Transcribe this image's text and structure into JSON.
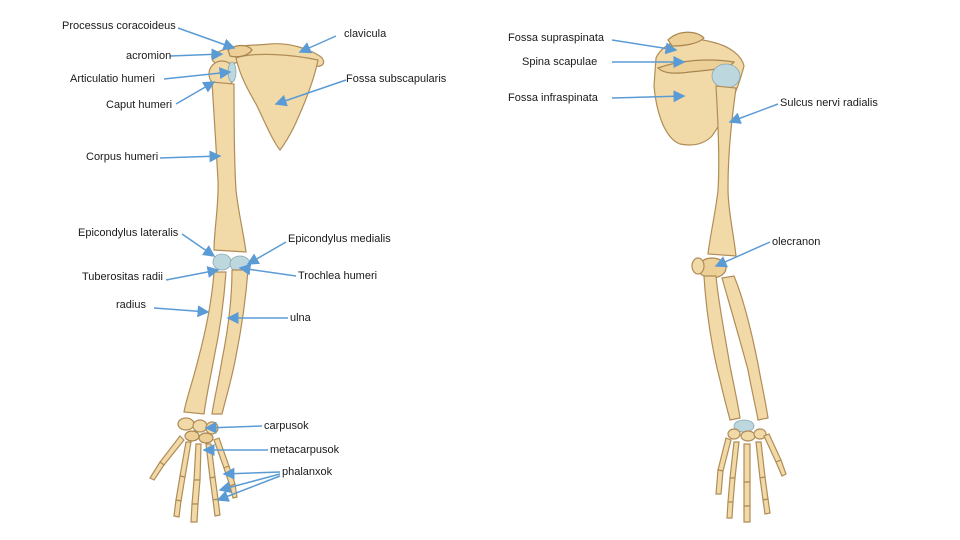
{
  "colors": {
    "bone": "#f2d9a8",
    "bone_outline": "#b08d57",
    "cartilage": "#bcd7de",
    "arrow": "#5b9bd5"
  },
  "front_labels": {
    "processus_coracoideus": "Processus coracoideus",
    "clavicula": "clavicula",
    "acromion": "acromion",
    "articulatio_humeri": "Articulatio humeri",
    "fossa_subscapularis": "Fossa subscapularis",
    "caput_humeri": "Caput humeri",
    "corpus_humeri": "Corpus humeri",
    "epicondylus_lateralis": "Epicondylus lateralis",
    "epicondylus_medialis": "Epicondylus medialis",
    "tuberositas_radii": "Tuberositas radii",
    "trochlea_humeri": "Trochlea humeri",
    "radius": "radius",
    "ulna": "ulna",
    "carpusok": "carpusok",
    "metacarpusok": "metacarpusok",
    "phalanxok": "phalanxok"
  },
  "back_labels": {
    "fossa_supraspinata": "Fossa supraspinata",
    "spina_scapulae": "Spina scapulae",
    "fossa_infraspinata": "Fossa infraspinata",
    "sulcus_nervi_radialis": "Sulcus nervi radialis",
    "olecranon": "olecranon"
  }
}
